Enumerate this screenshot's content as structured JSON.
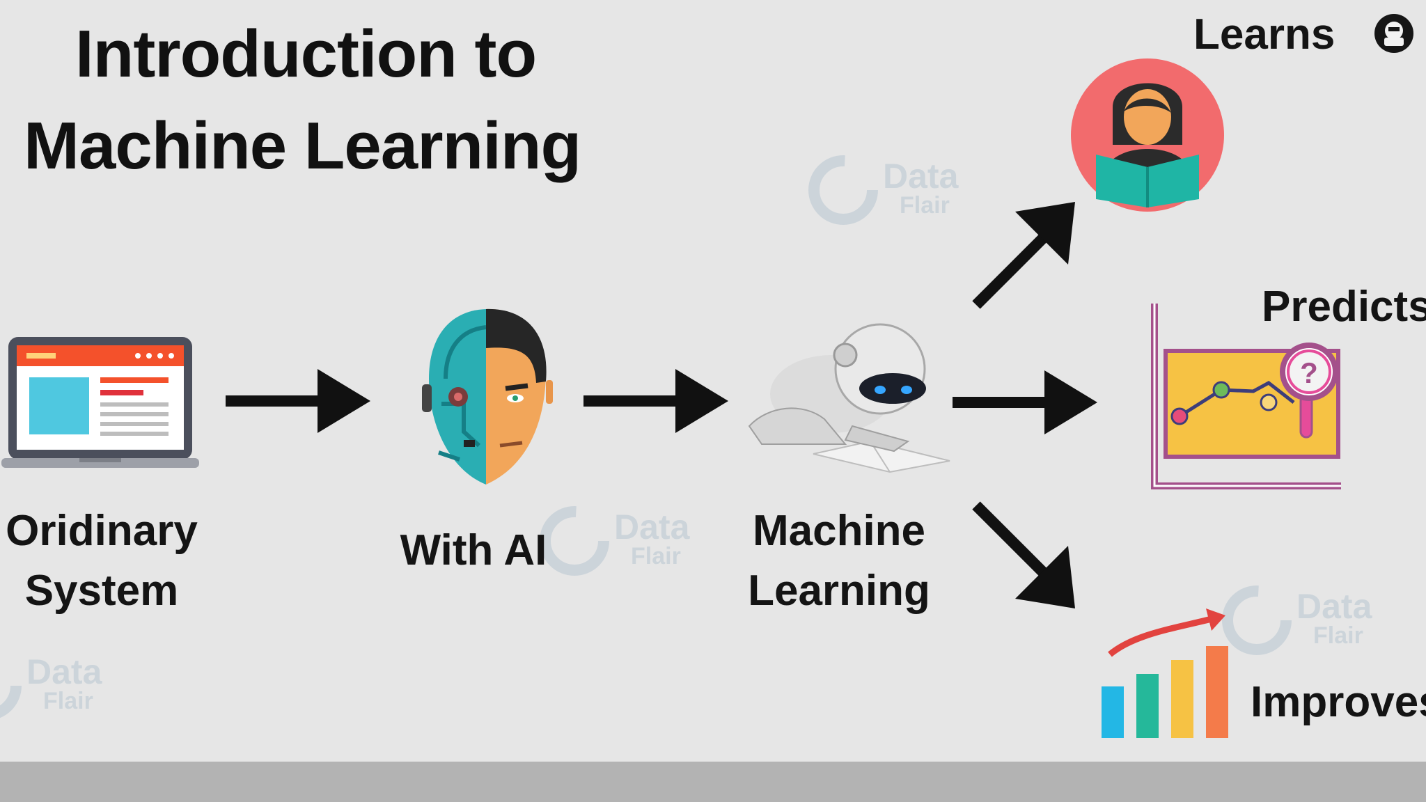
{
  "title": {
    "line1": "Introduction to",
    "line2": "Machine Learning"
  },
  "stages": {
    "ordinary_line1": "Oridinary",
    "ordinary_line2": "System",
    "with_ai": "With AI",
    "ml_line1": "Machine",
    "ml_line2": "Learning"
  },
  "outcomes": {
    "learns": "Learns",
    "predicts": "Predicts",
    "improves": "Improves"
  },
  "watermark": {
    "text": "Data",
    "sub": "Flair"
  },
  "icons": {
    "laptop": "laptop-icon",
    "half_robot_face": "cyborg-face-icon",
    "robot_reading": "robot-reading-icon",
    "reader": "woman-reading-icon",
    "prediction_chart": "line-chart-magnifier-icon",
    "growth_chart": "bar-chart-growth-icon",
    "channel_avatar": "channel-avatar-icon"
  },
  "colors": {
    "background": "#e6e6e6",
    "text": "#111111",
    "arrow": "#111111",
    "orange": "#f4512b",
    "teal": "#1fb5b5",
    "coral": "#f26b6d",
    "chart_yellow": "#f6c244",
    "chart_purple": "#a4508b"
  }
}
